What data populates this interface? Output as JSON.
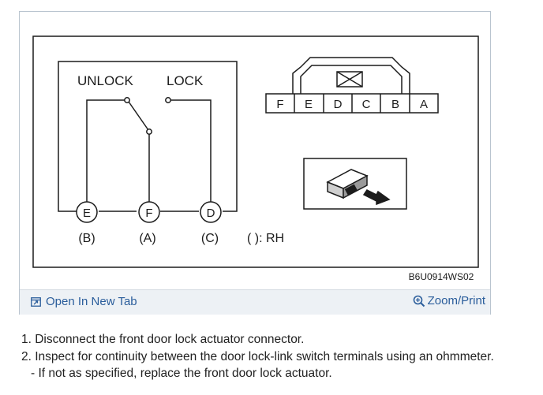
{
  "diagram": {
    "switch_labels": {
      "unlock": "UNLOCK",
      "lock": "LOCK"
    },
    "terminals": [
      {
        "letter": "E",
        "rh": "(B)"
      },
      {
        "letter": "F",
        "rh": "(A)"
      },
      {
        "letter": "D",
        "rh": "(C)"
      }
    ],
    "rh_note": "( ): RH",
    "connector_pins": [
      "F",
      "E",
      "D",
      "C",
      "B",
      "A"
    ],
    "figure_code": "B6U0914WS02"
  },
  "figure_bar": {
    "open_tab_label": "Open In New Tab",
    "zoom_label": "Zoom/Print"
  },
  "steps": [
    "1. Disconnect the front door lock actuator connector.",
    "2. Inspect for continuity between the door lock-link switch terminals using an ohmmeter.",
    "- If not as specified, replace the front door lock actuator."
  ],
  "colors": {
    "link": "#2a5d9b",
    "bar": "#edf1f5"
  }
}
